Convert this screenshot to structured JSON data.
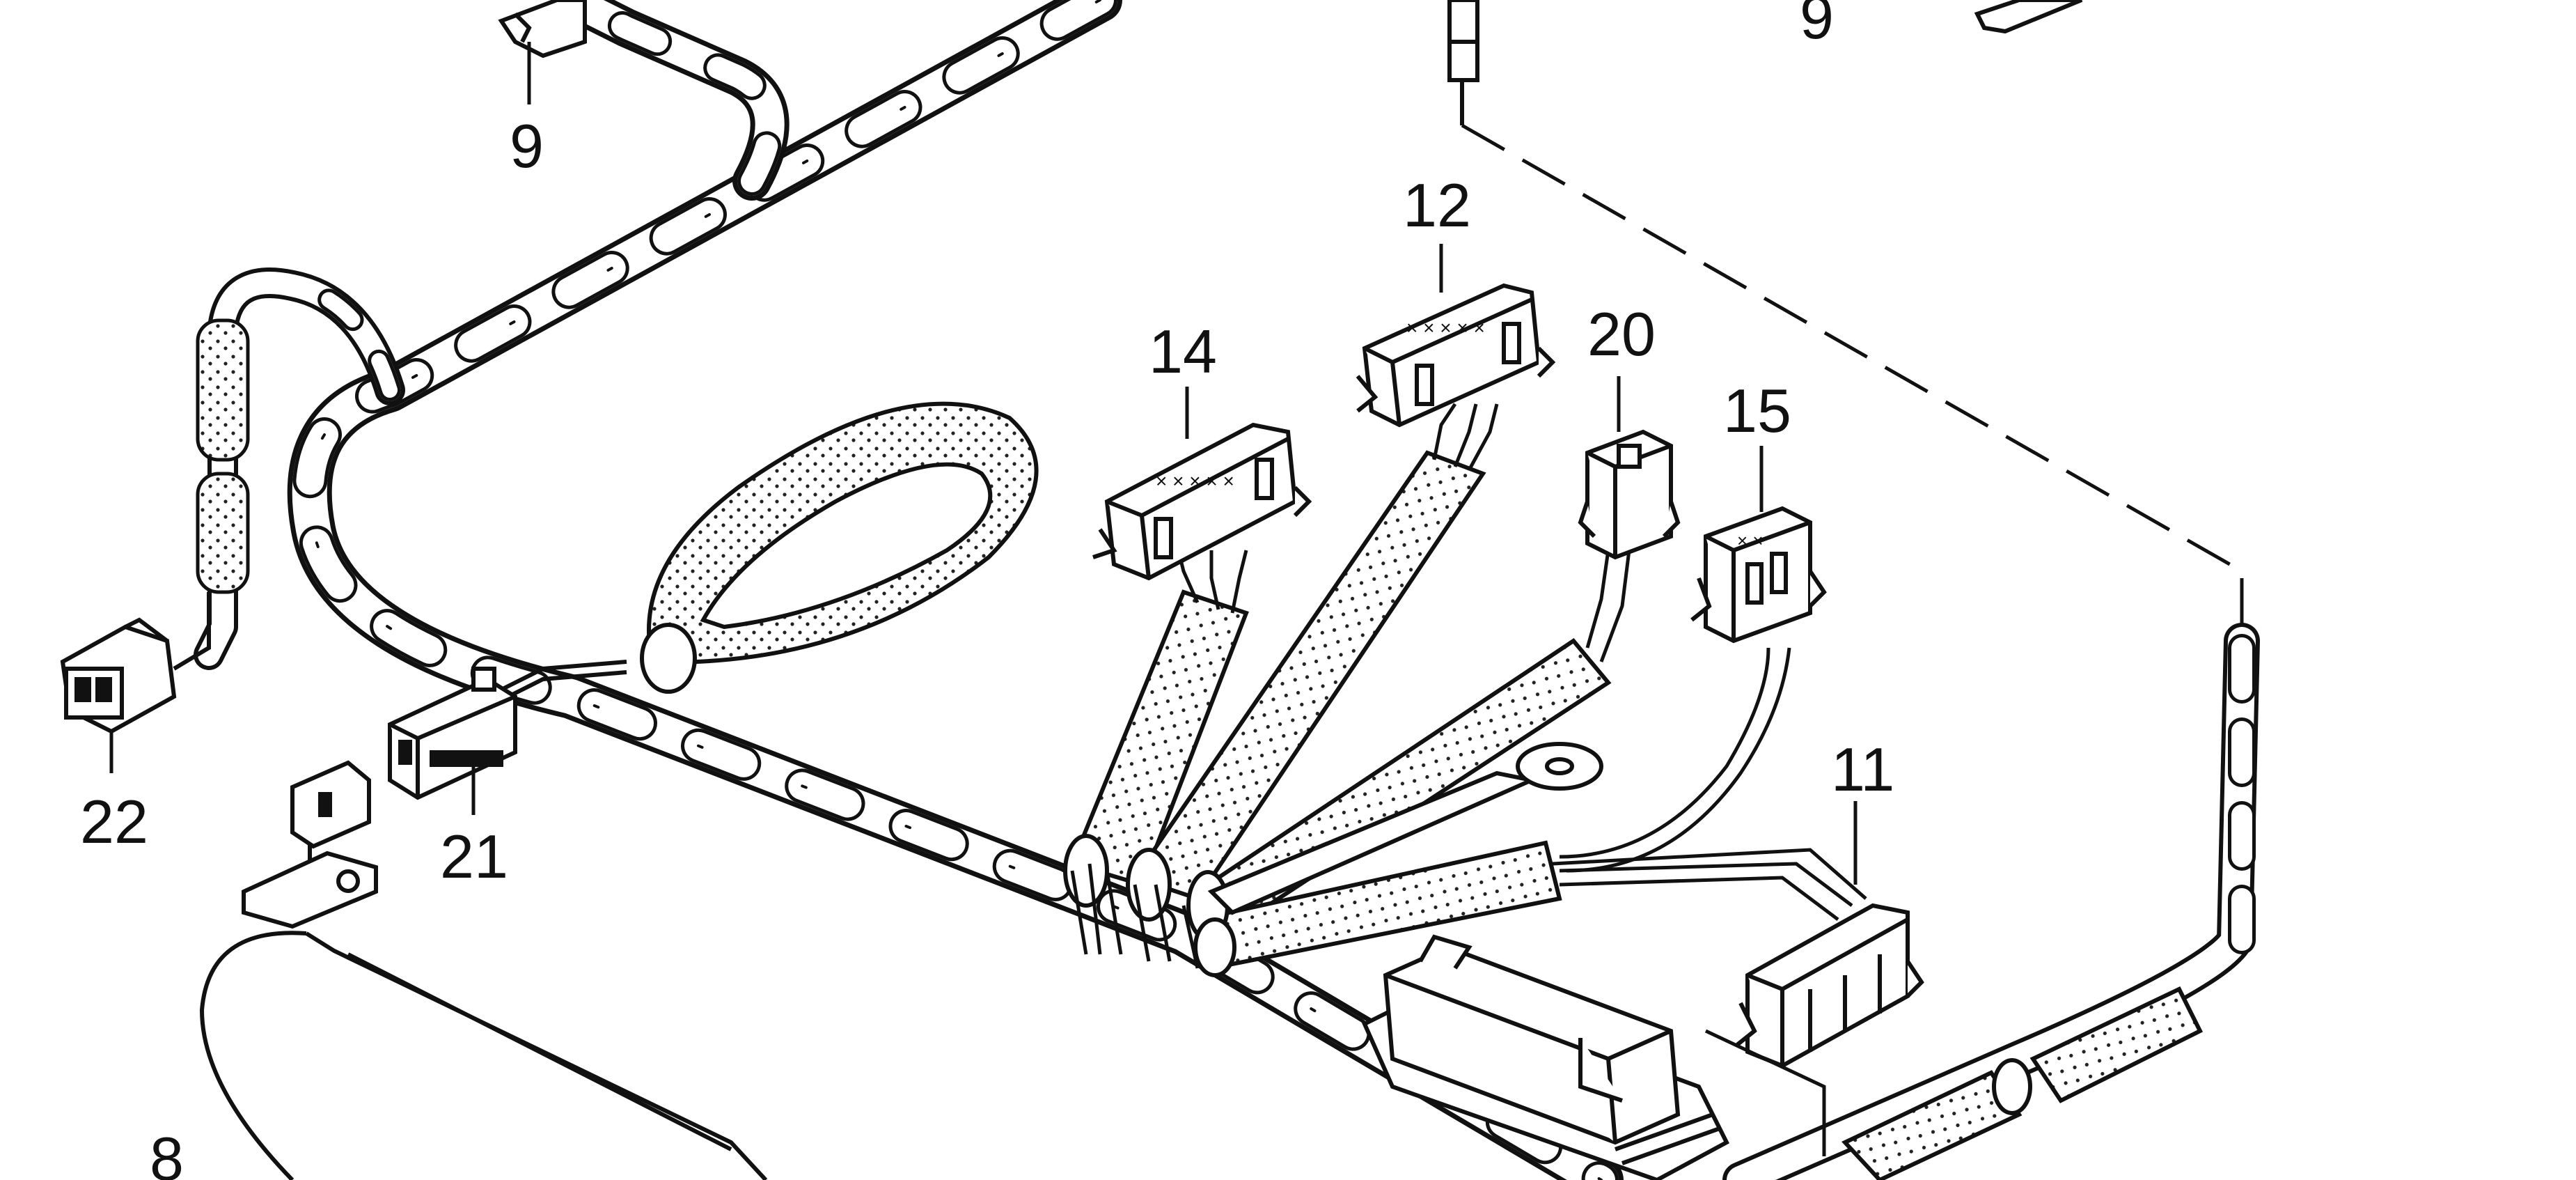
{
  "diagram": {
    "callouts": [
      {
        "id": "c9a",
        "label": "9"
      },
      {
        "id": "c9b",
        "label": "9"
      },
      {
        "id": "c12",
        "label": "12"
      },
      {
        "id": "c14",
        "label": "14"
      },
      {
        "id": "c20",
        "label": "20"
      },
      {
        "id": "c15",
        "label": "15"
      },
      {
        "id": "c11",
        "label": "11"
      },
      {
        "id": "c22",
        "label": "22"
      },
      {
        "id": "c21",
        "label": "21"
      },
      {
        "id": "c8",
        "label": "8"
      }
    ]
  }
}
